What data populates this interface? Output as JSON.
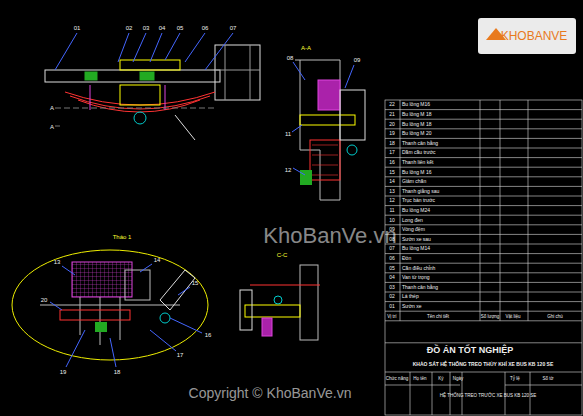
{
  "diagram": {
    "title": "ĐỒ ÁN TỐT NGHIỆP",
    "caption": "KHẢO SÁT HỆ THỐNG TREO THỦY KHÍ XE BUS KB 120 SE",
    "labels": [
      "01",
      "02",
      "03",
      "04",
      "05",
      "06",
      "07",
      "A",
      "A",
      "A-A",
      "08",
      "09",
      "11",
      "12",
      "Tháo 1",
      "13",
      "14",
      "15",
      "16",
      "17",
      "18",
      "19",
      "20",
      "C-C",
      "22",
      "Bu lông M16",
      "21",
      "Bu lông M 18",
      "20",
      "Bu lông M 18",
      "19",
      "Bu lông M 20",
      "18",
      "Thanh cân bằng",
      "17",
      "Dầm cầu trước",
      "16",
      "Thanh liên kết",
      "15",
      "Bu lông M 16",
      "14",
      "Giảm chấn",
      "13",
      "Thanh giằng sau",
      "12",
      "Trục bàn trước",
      "11",
      "Bu lông M24",
      "10",
      "Long đen",
      "09",
      "Vòng đệm",
      "08",
      "Sườn xe sau",
      "07",
      "Bu lông M14",
      "06",
      "Đòn",
      "05",
      "Cần điều chỉnh",
      "04",
      "Van từ trọng",
      "03",
      "Thanh cân bằng",
      "02",
      "Lá thép",
      "01",
      "Sườn xe",
      "Vị trí",
      "Tên chi tiết",
      "Số lượng",
      "Vật liệu",
      "Ghi chú",
      "Chức năng",
      "Họ tên",
      "Ký",
      "Ngày",
      "HỆ THỐNG TREO TRƯỚC XE BUS KB 120 SE",
      "Tỷ lệ",
      "Số tờ",
      "KHOBANVE",
      "KhoBanVe.vn",
      "Copyright © KhoBanVe.vn"
    ]
  }
}
